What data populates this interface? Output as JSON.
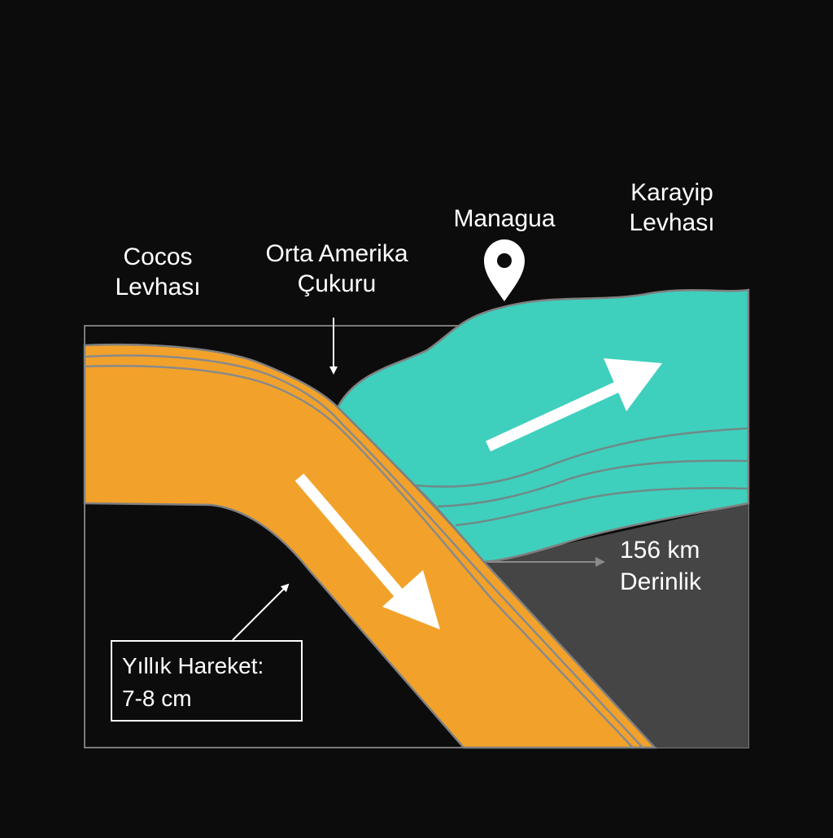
{
  "labels": {
    "cocos_plate": [
      "Cocos",
      "Levhası"
    ],
    "trench": [
      "Orta Amerika",
      "Çukuru"
    ],
    "city": "Managua",
    "caribbean_plate": [
      "Karayip",
      "Levhası"
    ],
    "depth": [
      "156 km",
      "Derinlik"
    ],
    "annual_motion": [
      "Yıllık Hareket:",
      "7-8 cm"
    ]
  },
  "icons": {
    "city_marker": "map-pin-icon"
  },
  "colors": {
    "background": "#0c0c0c",
    "subducting_plate": "#f2a22a",
    "overriding_plate": "#3fcfbd",
    "mantle": "#454545",
    "outline": "#808080",
    "text": "#ffffff",
    "arrow": "#ffffff"
  }
}
